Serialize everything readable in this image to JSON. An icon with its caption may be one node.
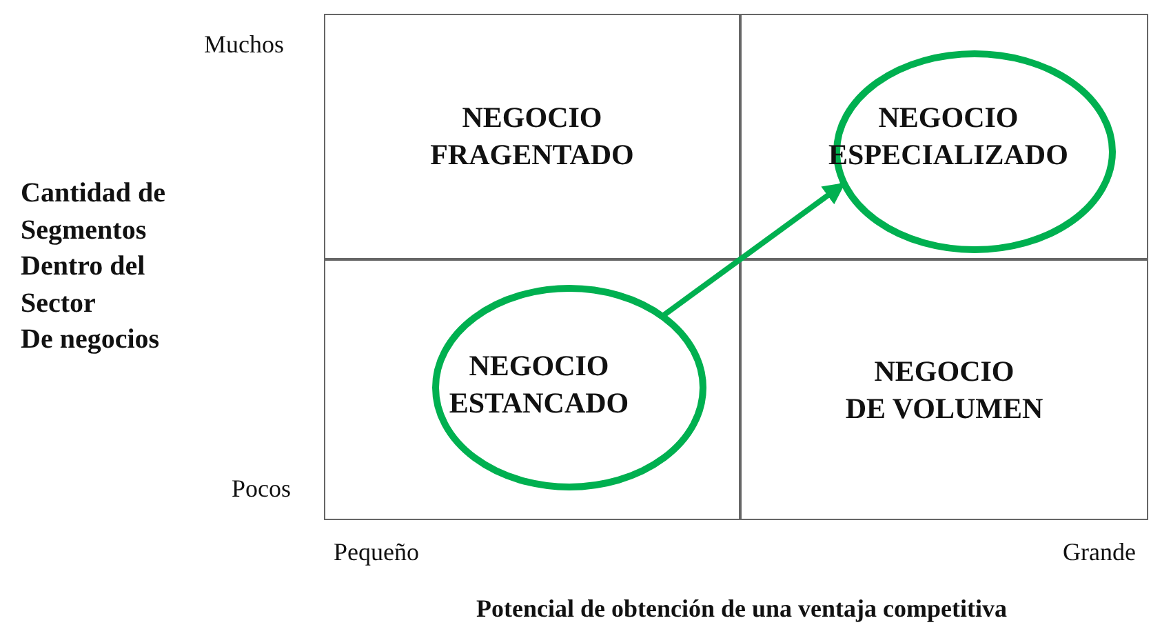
{
  "diagram": {
    "nodes": [
      {
        "text": [
          "NEGOCIO FRAGENTADO"
        ]
      },
      {
        "text": [],
        "shape": "box"
      },
      {
        "text": [
          "NEGOCIO ESPECIALIZADO"
        ],
        "in": 1
      },
      {
        "text": [],
        "shape": "box"
      },
      {
        "text": [
          "NEGOCIO ESTANCADO"
        ],
        "in": 3
      },
      {
        "text": [
          "NEGOCIO DE VOLUMEN"
        ]
      }
    ],
    "edges": [
      {
        "from": 4,
        "to": 2,
        "arrow": "to"
      }
    ],
    "labels": [
      "Muchos",
      "Cantidad de Segmentos Dentro del Sector De negocios",
      "Pocos",
      "Pequeño",
      "Grande",
      "Potencial de obtención de una ventaja competitiva"
    ]
  }
}
